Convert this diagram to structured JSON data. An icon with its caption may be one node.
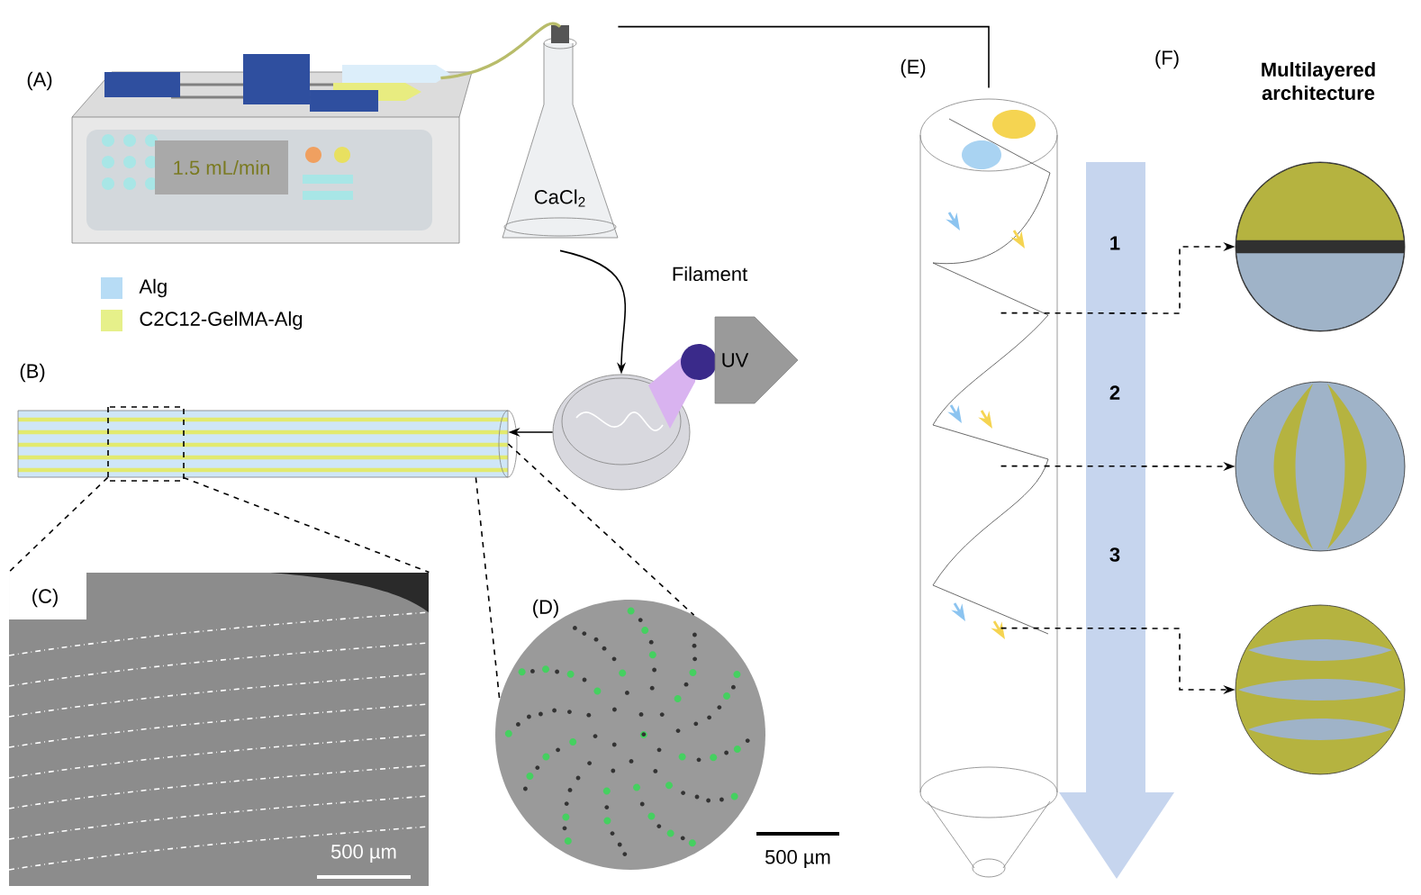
{
  "diagram": {
    "nodes": [
      {
        "text": [
          "1.5 mL/min"
        ]
      },
      {
        "text": [
          "CaCl$_{2}$"
        ]
      },
      {
        "text": [],
        "shape": "circle"
      },
      {
        "text": [
          "UV"
        ]
      },
      {
        "text": [],
        "shape": "cylinder"
      },
      {
        "text": [
          "500 µm"
        ]
      },
      {
        "text": [],
        "shape": "picture",
        "beside": [
          "500 µm"
        ]
      },
      {
        "text": [],
        "shape": "picture"
      },
      {
        "text": [],
        "shape": "circle"
      },
      {
        "text": [],
        "shape": "circle"
      },
      {
        "text": [],
        "shape": "circle"
      }
    ],
    "edges": [
      {
        "from": 0,
        "to": 1,
        "arrow": "none",
        "color": "#b8bc6a"
      },
      {
        "from": 1,
        "to": 2,
        "arrow": "to",
        "label": "Filament"
      },
      {
        "from": 2,
        "to": 4,
        "arrow": "to"
      },
      {
        "from": 1,
        "to": 7,
        "arrow": "none"
      },
      {
        "from": 4,
        "to": 5,
        "arrow": "none",
        "style": "dashed"
      },
      {
        "from": 4,
        "to": 5,
        "arrow": "none",
        "style": "dashed"
      },
      {
        "from": 4,
        "to": 6,
        "arrow": "none",
        "style": "dashed"
      },
      {
        "from": 4,
        "to": 6,
        "arrow": "none",
        "style": "dashed"
      },
      {
        "from": 7,
        "to": 8,
        "arrow": "to",
        "style": "dashed"
      },
      {
        "from": 7,
        "to": 9,
        "arrow": "to",
        "style": "dashed"
      },
      {
        "from": 7,
        "to": 10,
        "arrow": "to",
        "style": "dashed"
      }
    ],
    "labels": [
      "(A)",
      "(B)",
      "(C)",
      "(D)",
      "(E)",
      "(F)",
      "Multilayered architecture",
      "1",
      "2",
      "3"
    ],
    "legend": [
      {
        "text": "Alg",
        "color": "#b7dcf5"
      },
      {
        "text": "C2C12-GelMA-Alg",
        "color": "#e6f08a"
      }
    ]
  }
}
